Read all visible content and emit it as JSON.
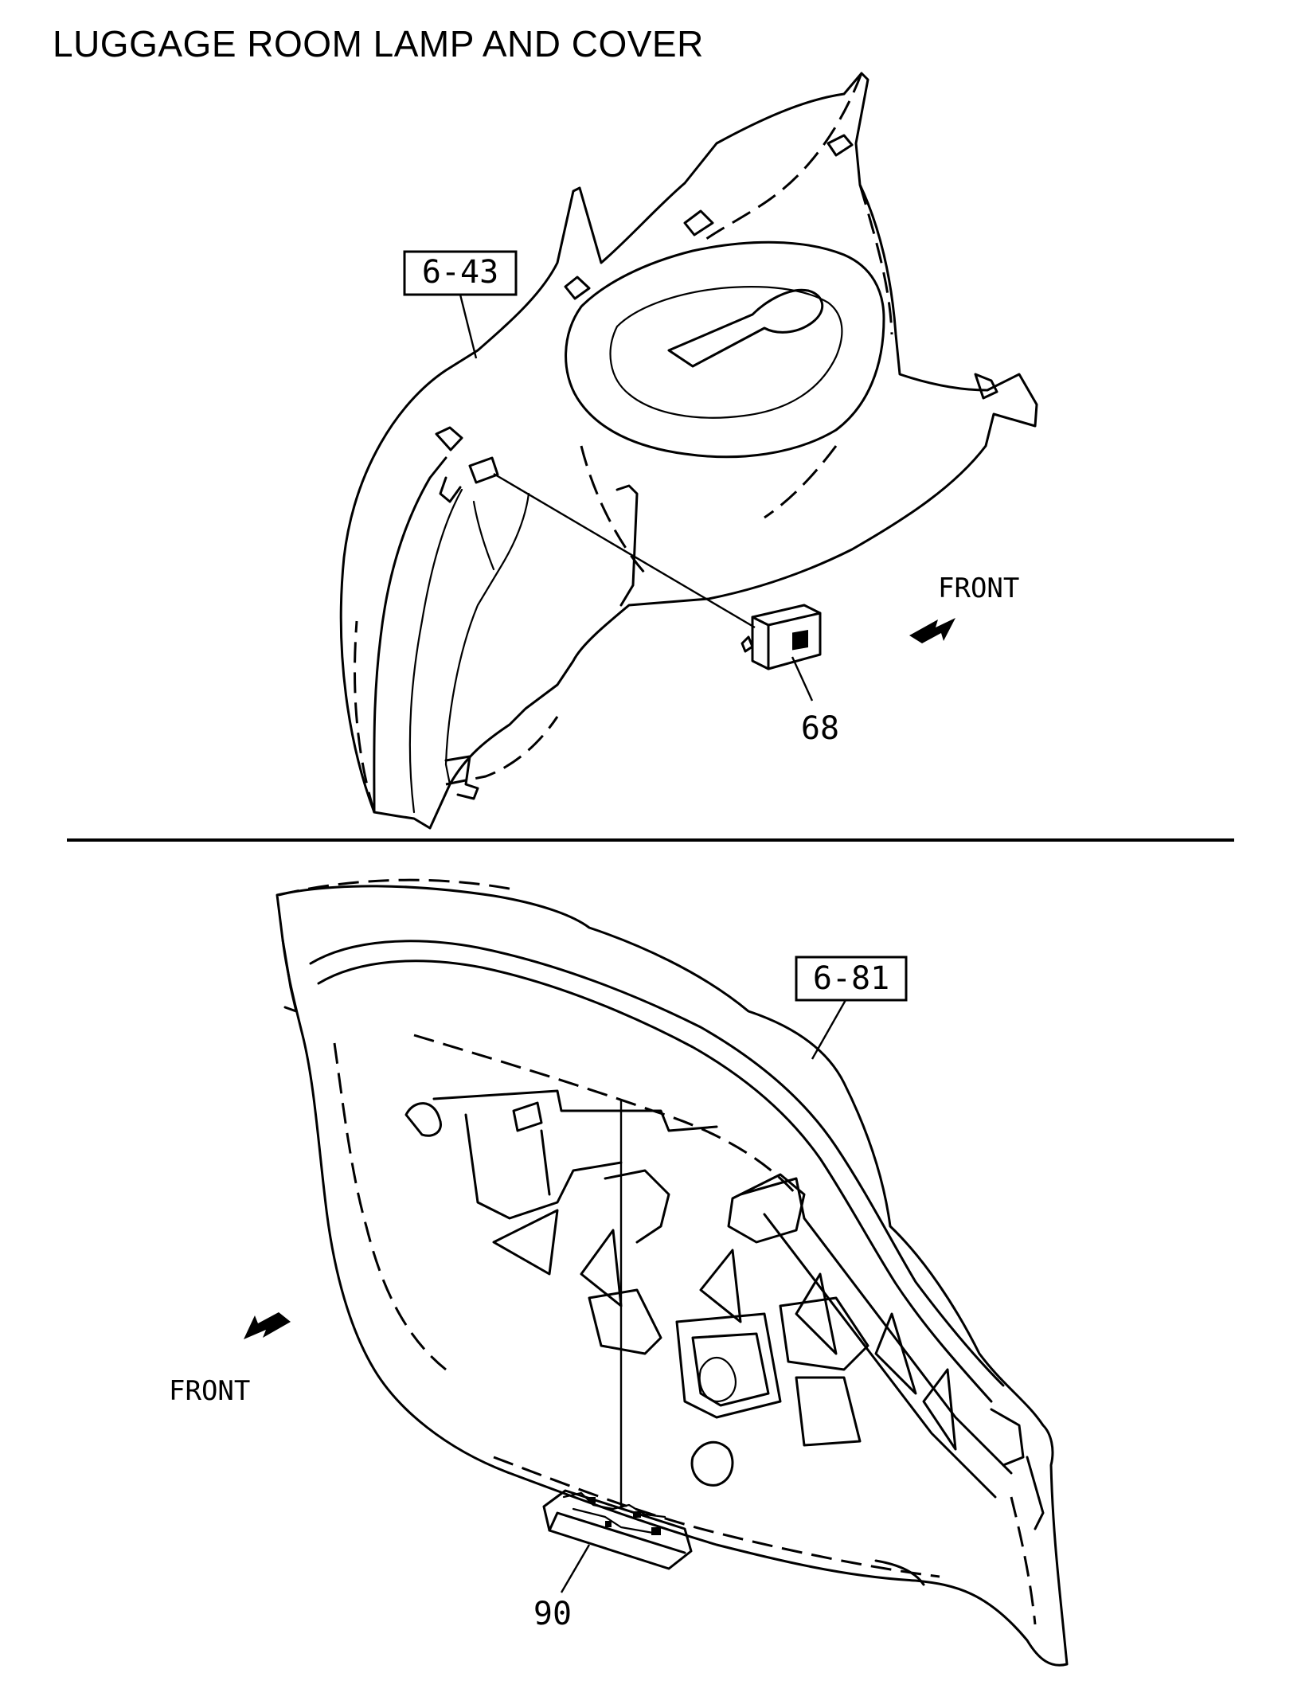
{
  "title": "LUGGAGE ROOM LAMP AND COVER",
  "top_view": {
    "ref_label": "6-43",
    "part_number": "68",
    "direction_label": "FRONT"
  },
  "bottom_view": {
    "ref_label": "6-81",
    "part_number": "90",
    "direction_label": "FRONT"
  }
}
